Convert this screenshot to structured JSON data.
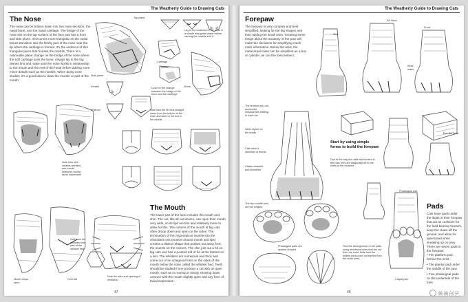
{
  "left_page": {
    "running_head": "The Weatherly Guide to Drawing Cats",
    "nose": {
      "title": "The Nose",
      "body": "The nose can be broken down into two main sections, the nasal bone, and the nasal cartilage. The bridge of the nose sits on the top surface of the face and has a front and side plane. It becomes more triangular as the nasal bones transition into the fleshy part of the nose near the tip where the cartilage is formed. It's the undercut of this triangular piece that houses the nostrils. There is a noticeable plane change on the bridge of the nose where the soft cartilage joins the bone. Always lay in the big planes first and make sure the nose works in relationship to the mouth and the rest of the head before adding more minor details such as the nostrils. When doing nose studies, it's a good idea to draw the muzzle or part of the mouth."
    },
    "mouth": {
      "title": "The Mouth",
      "body": "The lower part of the face includes the mouth and chin. The cat, like all carnivores, can open their mouth very wide, so its lips are thin and relatively loose to allow for this. The corners of the mouth of big cats often droop down and open on the sides. The termination of the zygomaticus muscle into the orbicularis oris (muscle around mouth and lips) creates a distinct shape that pushes out away from the muzzle on the corners. The chin juts out a bit on big cats and has a pointed tuft of fur at the bottom on a lion. The whiskers are numerous and thick and come out of an octagonal form on the sides of the mouth below the nose called the whisker bed. Teeth should be studied if one portrays a cat with an open mouth, such as in roaring or simply showing lower canines with the mouth slightly open and any form of facial expression."
    },
    "captions": {
      "top_plane": "Top plane",
      "side_plane": "Side plane",
      "cartilage": "Cartilage",
      "nostril": "Nostril",
      "keratin": "Keratin",
      "bone": "Bone",
      "philtrum": "Philtrum",
      "lay_in": "Lay in the undercut of the nose in a simple triangular shape before carving the nostrils into it",
      "look_for": "Look for the change between the bridge of the bone and the cartilage",
      "note_from": "Note how the fill runs straight down from the bottom of the nose and wide to the box in the middle",
      "note_skin": "Note how skin creates wrinkles and mouth stretches during facial expression",
      "note_whisker": "Note how the wrinkles form part of the whisker bed",
      "mouth_drops": "Mouth drops open",
      "chin_tuft": "Chin tuft",
      "note_side": "Note the side and spacing of whiskers"
    },
    "folio": "47"
  },
  "right_page": {
    "running_head": "The Weatherly Guide to Drawing Cats",
    "forepaw": {
      "title": "Forepaw",
      "body": "The forepaw is very complex and best simplified, looking for the big shapes and then adding the small ones. Knowing some things about the anatomy of the paw will make the decisions for simplifying much more informative. Below the wrist, the metacarpal mass can be simplified as a box or cylinder, as can the toes below it."
    },
    "labels": {
      "side": "Side",
      "three_quarter_back": "3/4 Back",
      "front": "Front",
      "wrist_mass": "Wrist mass",
      "tendons": "The tendons fan out across the metacarpals leading to each toe",
      "wrist_higher": "Wrist higher on the inside",
      "start_by": "Start by using simple forms to build the forepaw",
      "cats_dewclaw": "Cats have a dewclaw or thumb",
      "due_to": "Due to the way the nails are housed in the paw, they are diagonally off to the sides of the muscles",
      "claws_retracted": "Claws retracted and sheathed",
      "box_like": "Box-like wrist",
      "two_middle": "The two middle toes are the longest",
      "phalangeal_spatula": "Phalangeal pads are spatula-shaped",
      "find_arrangement": "Find the arrangement of the pads using directional lines that fan out from the wrist. Note how the middle pads push out farther than the outer ones.",
      "phalangeal_pad": "Phalangeal pad",
      "carpal_pad": "Carpal pad"
    },
    "pads": {
      "title": "Pads",
      "body": "Cats have pads under the digits of their forepaw that act as cushions for the load bearing forearm, keep the claws off the ground, and allow for quiet tread when sneaking up on prey. There are seven pads in the forepaw:",
      "items": [
        "• The platform pad behind the wrist.",
        "• The plantar pad under the middle of the paw.",
        "• Five phalangeal pads on the underside of the toes."
      ]
    },
    "folio": "49"
  },
  "watermark": "普普创艺"
}
